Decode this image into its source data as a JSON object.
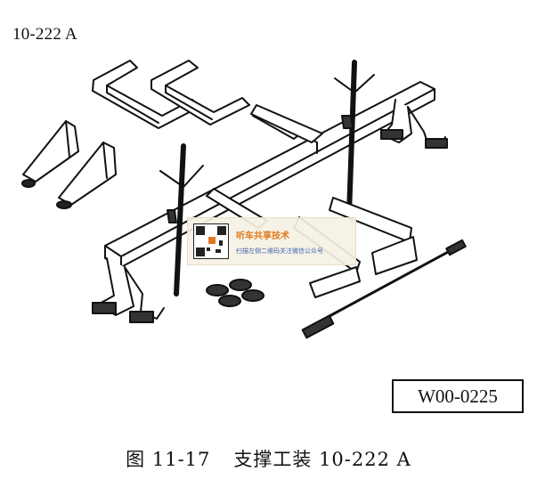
{
  "document": {
    "tool_label": "10-222 A",
    "code_box": "W00-0225",
    "caption": {
      "figure_number": "图 11-17",
      "title": "支撑工装 10-222 A"
    }
  },
  "watermark": {
    "title": "听车共享技术",
    "subtitle": "扫描左侧二维码关注微信公众号",
    "accent_color": "#e07a1f",
    "subtitle_color": "#3f66b0"
  },
  "illustration": {
    "icon": "support-fixture-exploded-drawing"
  }
}
